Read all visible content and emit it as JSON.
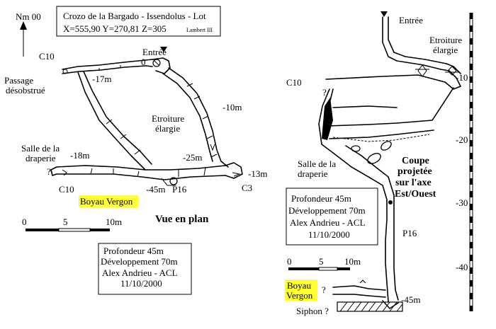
{
  "north": {
    "label": "Nm 00"
  },
  "header": {
    "line1": "Crozo de la Bargado - Issendolus - Lot",
    "line2": "X=555,90 Y=270,81 Z=305",
    "line2_small": "Lambert III"
  },
  "plan": {
    "title": "Vue en plan",
    "labels": {
      "entree": "Entrée",
      "zero": "0",
      "c10_top": "C10",
      "passage": "Passage",
      "desobstrue": "désobstrué",
      "m17": "-17m",
      "m10": "-10m",
      "etroiture": "Etroiture",
      "elargie": "élargie",
      "salle1": "Salle de la",
      "salle2": "draperie",
      "m18": "-18m",
      "m25": "-25m",
      "m13": "-13m",
      "q": "?",
      "c10_bottom": "C10",
      "m45": "-45m",
      "p16": "P16",
      "c3": "C3"
    },
    "highlight": "Boyau Vergon",
    "scale": {
      "t0": "0",
      "t5": "5",
      "t10": "10m"
    },
    "info": {
      "profondeur": "Profondeur 45m",
      "developpement": "Développement 70m",
      "auteurs": "Alex Andrieu - ACL",
      "date": "11/10/2000"
    }
  },
  "coupe": {
    "title": {
      "l1": "Coupe",
      "l2": "projetée",
      "l3": "sur l'axe",
      "l4": "Est/Ouest"
    },
    "labels": {
      "entree": "Entrée",
      "etroiture": "Etroiture",
      "elargie": "élargie",
      "c10": "C10",
      "q": "?",
      "salle1": "Salle de la",
      "salle2": "draperie",
      "p16": "P16",
      "q2": "?",
      "m45": "-45m",
      "siphon": "Siphon ?"
    },
    "highlight": {
      "l1": "Boyau",
      "l2": "Vergon"
    },
    "info": {
      "profondeur": "Profondeur 45m",
      "developpement": "Développement 70m",
      "auteurs": "Alex Andrieu - ACL",
      "date": "11/10/2000"
    },
    "scale": {
      "t0": "0",
      "t5": "5",
      "t10": "10m"
    },
    "depth_ticks": [
      "-10",
      "-20",
      "-30",
      "-40"
    ]
  },
  "colors": {
    "highlight": "#ffff33",
    "ink": "#000000"
  }
}
